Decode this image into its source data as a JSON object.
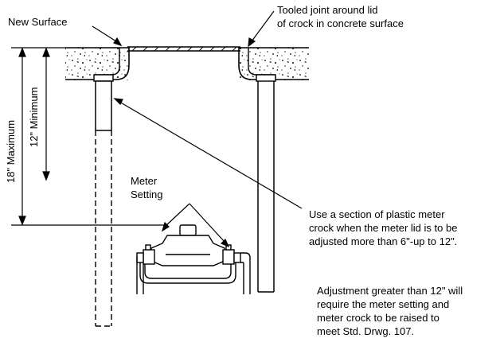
{
  "labels": {
    "new_surface": "New Surface",
    "tooled_joint_line1": "Tooled joint around lid",
    "tooled_joint_line2": "of crock in concrete surface",
    "max_dim": "18\" Maximum",
    "min_dim": "12\" Minimum",
    "meter_setting_line1": "Meter",
    "meter_setting_line2": "Setting",
    "plastic_note_line1": "Use a section of plastic meter",
    "plastic_note_line2": "crock when the meter lid is to be",
    "plastic_note_line3": "adjusted more than 6\"-up to 12\".",
    "adjust_note_line1": "Adjustment greater than 12\" will",
    "adjust_note_line2": "require the meter setting and",
    "adjust_note_line3": "meter crock to be raised to",
    "adjust_note_line4": "meet Std. Drwg. 107."
  }
}
